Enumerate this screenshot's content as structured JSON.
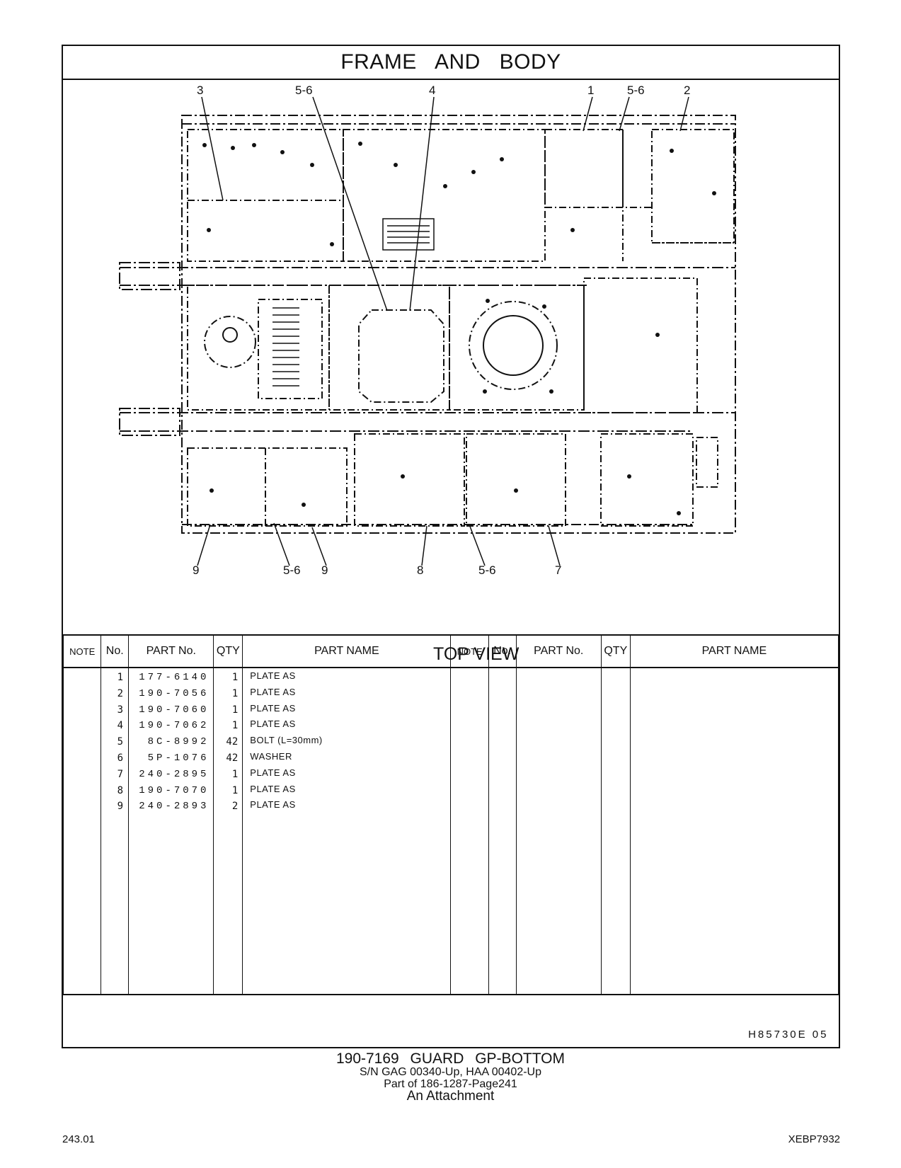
{
  "header": {
    "title": "FRAME AND BODY"
  },
  "drawing": {
    "view_label": "TOP VIEW",
    "callouts_top": [
      "3",
      "5-6",
      "4",
      "1",
      "5-6",
      "2"
    ],
    "callouts_bottom": [
      "9",
      "5-6",
      "9",
      "8",
      "5-6",
      "7"
    ]
  },
  "table": {
    "headers": {
      "note": "NOTE",
      "no": "No.",
      "part_no": "PART No.",
      "qty": "QTY",
      "part_name": "PART NAME",
      "note2": "NOTE",
      "no2": "No.",
      "part_no2": "PART No.",
      "qty2": "QTY",
      "part_name2": "PART NAME"
    },
    "rows": [
      {
        "no": "1",
        "part_no": "177-6140",
        "qty": "1",
        "name": "PLATE AS"
      },
      {
        "no": "2",
        "part_no": "190-7056",
        "qty": "1",
        "name": "PLATE AS"
      },
      {
        "no": "3",
        "part_no": "190-7060",
        "qty": "1",
        "name": "PLATE AS"
      },
      {
        "no": "4",
        "part_no": "190-7062",
        "qty": "1",
        "name": "PLATE AS"
      },
      {
        "no": "5",
        "part_no": "8C-8992",
        "qty": "42",
        "name": "BOLT (L=30mm)"
      },
      {
        "no": "6",
        "part_no": "5P-1076",
        "qty": "42",
        "name": "WASHER"
      },
      {
        "no": "7",
        "part_no": "240-2895",
        "qty": "1",
        "name": "PLATE AS"
      },
      {
        "no": "8",
        "part_no": "190-7070",
        "qty": "1",
        "name": "PLATE AS"
      },
      {
        "no": "9",
        "part_no": "240-2893",
        "qty": "2",
        "name": "PLATE AS"
      }
    ],
    "drawing_code": "H85730E 05"
  },
  "footer": {
    "assembly": "190-7169 GUARD GP-BOTTOM",
    "serials": "S/N GAG 00340-Up, HAA 00402-Up",
    "part_of": "Part of 186-1287-Page241",
    "attachment": "An Attachment",
    "page_number": "243.01",
    "doc_code": "XEBP7932"
  }
}
